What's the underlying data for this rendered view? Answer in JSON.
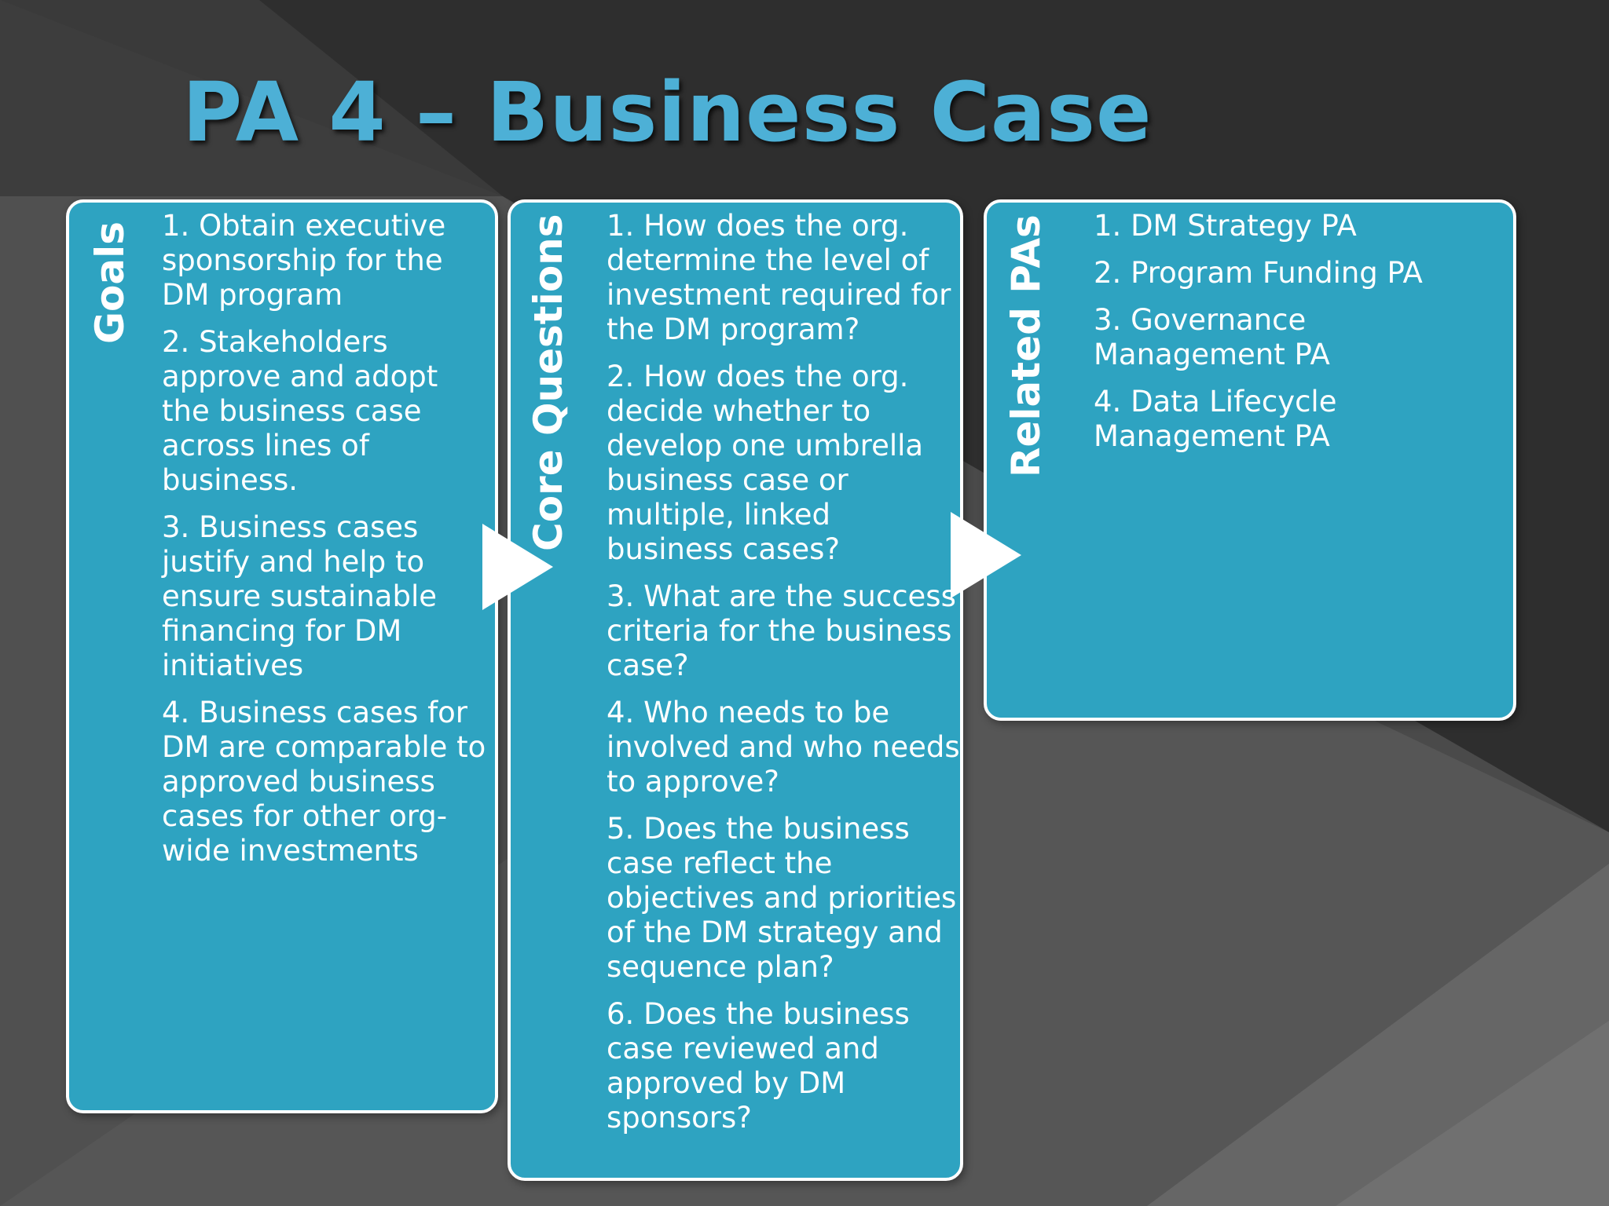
{
  "title": "PA 4 – Business Case",
  "panels": {
    "goals": {
      "heading": "Goals",
      "items": [
        "1. Obtain executive sponsorship for the DM program",
        "2. Stakeholders approve and adopt the business case across lines of business.",
        "3. Business cases justify and help to ensure sustainable financing for DM initiatives",
        "4. Business cases for DM are comparable to approved business cases for other org-wide investments"
      ]
    },
    "core_questions": {
      "heading": "Core Questions",
      "items": [
        "1. How does the org. determine the level of investment required for the DM program?",
        "2. How does the org. decide whether to develop one umbrella business case or multiple, linked business cases?",
        "3. What are the success criteria for the business case?",
        "4. Who needs to be involved and who needs to approve?",
        "5. Does the business case reflect the objectives and priorities of the DM strategy and sequence plan?",
        "6. Does the business case reviewed and approved by DM sponsors?"
      ]
    },
    "related_pas": {
      "heading": "Related PAs",
      "items": [
        "1. DM Strategy PA",
        "2. Program Funding PA",
        "3. Governance Management PA",
        "4. Data Lifecycle Management PA"
      ]
    }
  },
  "colors": {
    "title": "#4db0d6",
    "panel_fill": "#2ea3c1",
    "panel_border": "#ffffff",
    "arrow": "#ffffff",
    "background_dark": "#2f2f2f"
  }
}
